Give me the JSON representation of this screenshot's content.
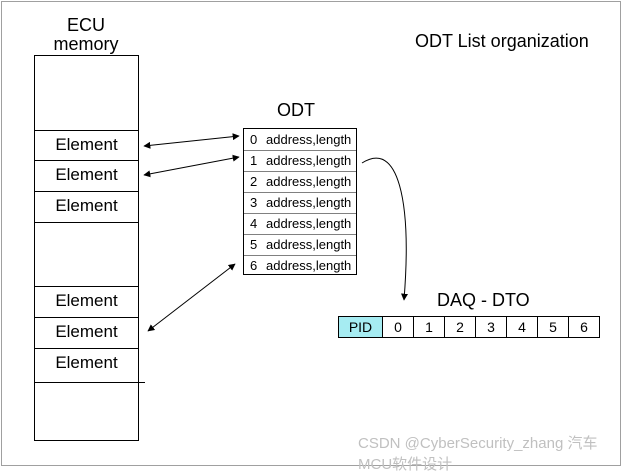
{
  "titles": {
    "ecu_memory_line1": "ECU",
    "ecu_memory_line2": "memory",
    "odt_list": "ODT List organization",
    "odt": "ODT",
    "daq_dto": "DAQ - DTO"
  },
  "memory_cells": [
    "Element",
    "Element",
    "Element",
    "Element",
    "Element",
    "Element"
  ],
  "odt_rows": [
    {
      "index": "0",
      "value": "address,length"
    },
    {
      "index": "1",
      "value": "address,length"
    },
    {
      "index": "2",
      "value": "address,length"
    },
    {
      "index": "3",
      "value": "address,length"
    },
    {
      "index": "4",
      "value": "address,length"
    },
    {
      "index": "5",
      "value": "address,length"
    },
    {
      "index": "6",
      "value": "address,length"
    }
  ],
  "daq_cells": [
    "PID",
    "0",
    "1",
    "2",
    "3",
    "4",
    "5",
    "6"
  ],
  "colors": {
    "pid_fill": "#a6ecf2",
    "border": "#000000",
    "arrow": "#000000"
  },
  "watermark": "CSDN @CyberSecurity_zhang",
  "watermark_channel": "汽车MCU软件设计"
}
